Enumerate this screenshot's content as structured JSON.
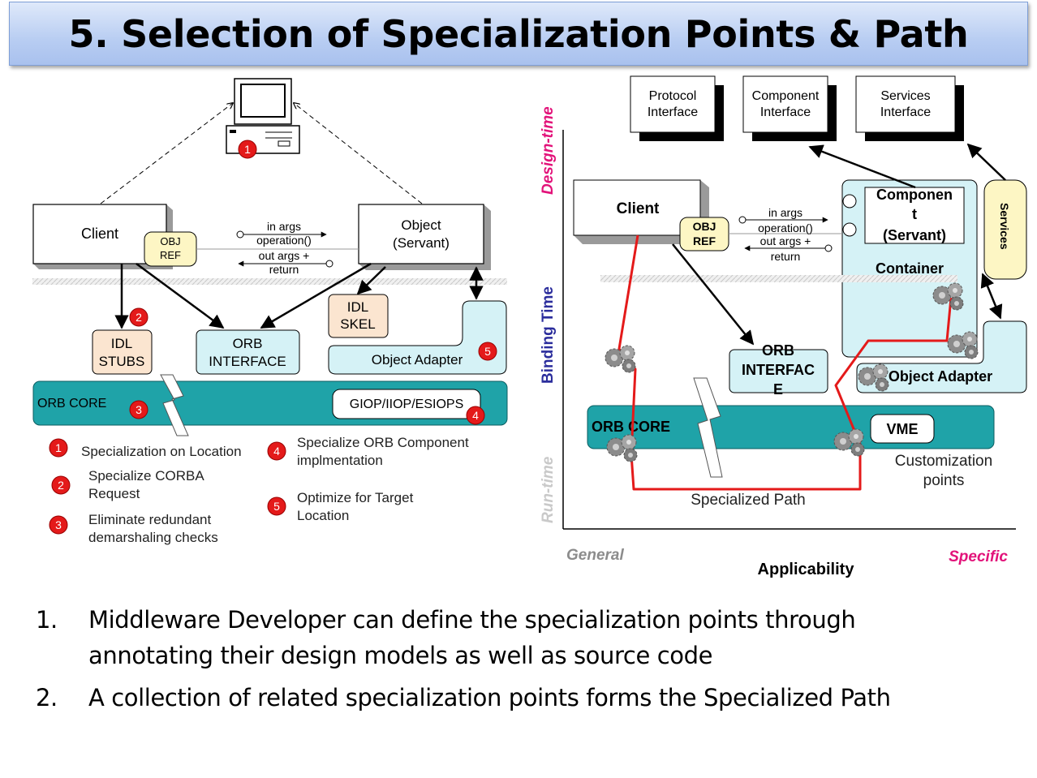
{
  "title": "5.  Selection of Specialization Points & Path",
  "left_diagram": {
    "computer_marker": "1",
    "client_label": "Client",
    "obj_ref": [
      "OBJ",
      "REF"
    ],
    "in_args": "in args",
    "operation": "operation()",
    "out_args": "out args +",
    "return_label": "return",
    "object_servant": [
      "Object",
      "(Servant)"
    ],
    "idl_stubs": [
      "IDL",
      "STUBS"
    ],
    "orb_interface": [
      "ORB",
      "INTERFACE"
    ],
    "idl_skel": [
      "IDL",
      "SKEL"
    ],
    "object_adapter": "Object Adapter",
    "orb_core": "ORB CORE",
    "giop": "GIOP/IIOP/ESIOPS",
    "markers": {
      "stubs": "2",
      "adapter": "5",
      "core": "3",
      "giop": "4"
    },
    "legend": [
      {
        "num": "1",
        "lines": [
          "Specialization on Location"
        ]
      },
      {
        "num": "2",
        "lines": [
          "Specialize CORBA",
          "Request"
        ]
      },
      {
        "num": "3",
        "lines": [
          "Eliminate redundant",
          "demarshaling checks"
        ]
      },
      {
        "num": "4",
        "lines": [
          "Specialize ORB Component",
          "implmentation"
        ]
      },
      {
        "num": "5",
        "lines": [
          "Optimize for Target",
          "Location"
        ]
      }
    ]
  },
  "right_diagram": {
    "protocol_interface": [
      "Protocol",
      "Interface"
    ],
    "component_interface": [
      "Component",
      "Interface"
    ],
    "services_interface": [
      "Services",
      "Interface"
    ],
    "y_design_time": "Design-time",
    "y_binding_time": "Binding Time",
    "y_run_time": "Run-time",
    "client_label": "Client",
    "obj_ref": [
      "OBJ",
      "REF"
    ],
    "in_args": "in args",
    "operation": "operation()",
    "out_args": "out args +",
    "return_label": "return",
    "component_servant": [
      "Componen",
      "t",
      "(Servant)"
    ],
    "container": "Container",
    "services": "Services",
    "orb_interface": [
      "ORB",
      "INTERFAC",
      "E"
    ],
    "object_adapter": "Object Adapter",
    "orb_core": "ORB CORE",
    "vme": "VME",
    "customization_points": [
      "Customization",
      "points"
    ],
    "specialized_path": "Specialized Path",
    "x_general": "General",
    "x_applicability": "Applicability",
    "x_specific": "Specific"
  },
  "bullets": [
    {
      "num": "1.",
      "text_line1": "Middleware Developer can define the specialization points through",
      "text_line2": "annotating their design models as well as source code"
    },
    {
      "num": "2.",
      "text_line1": "A collection of related specialization points forms the Specialized Path",
      "text_line2": ""
    }
  ],
  "colors": {
    "orb_core": "#1fa3a8",
    "light_cyan": "#d5f2f6",
    "peach": "#fbe5d0",
    "obj_ref": "#fdf6c4",
    "marker_red": "#e41a1a",
    "path_red": "#e41a1a",
    "design_time": "#e2137a",
    "binding_time": "#2b2d9c",
    "run_time": "#c9c9c9"
  }
}
